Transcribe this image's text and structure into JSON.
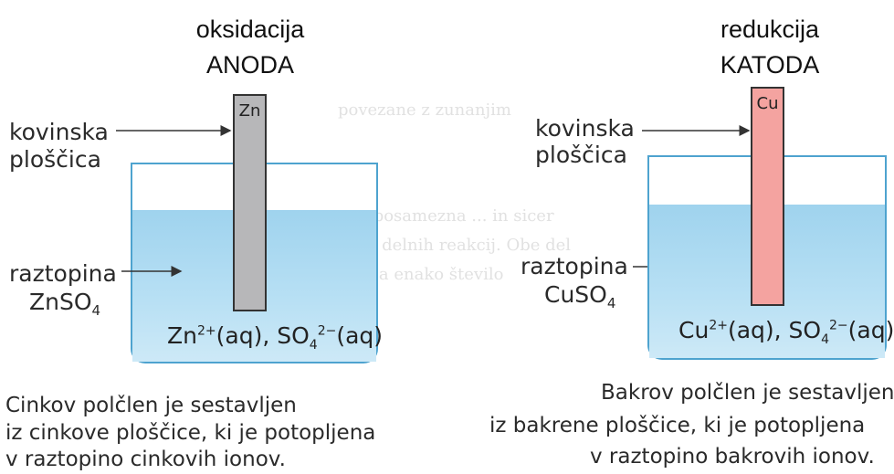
{
  "left": {
    "title_top": "oksidacija",
    "title_bottom": "ANODA",
    "plate_label": "Zn",
    "plate_callout_1": "kovinska",
    "plate_callout_2": "ploščica",
    "solution_callout": "raztopina",
    "solution_formula": "ZnSO4",
    "ions_text": "Zn2+(aq), SO42−(aq)",
    "caption_lines": [
      "Cinkov polčlen je sestavljen",
      "iz cinkove ploščice, ki je potopljena",
      "v raztopino cinkovih ionov."
    ],
    "plate_color": "#b7b7b9"
  },
  "right": {
    "title_top": "redukcija",
    "title_bottom": "KATODA",
    "plate_label": "Cu",
    "plate_callout_1": "kovinska",
    "plate_callout_2": "ploščica",
    "solution_callout": "raztopina",
    "solution_formula": "CuSO4",
    "ions_text": "Cu2+(aq), SO42−(aq)",
    "caption_lines": [
      "Bakrov polčlen je sestavljen",
      "iz bakrene ploščice, ki je potopljena",
      "v raztopino bakrovih ionov."
    ],
    "plate_color": "#f4a3a0"
  },
  "colors": {
    "water": "#b8e0f4",
    "beaker_outline": "#4ea3cf"
  }
}
